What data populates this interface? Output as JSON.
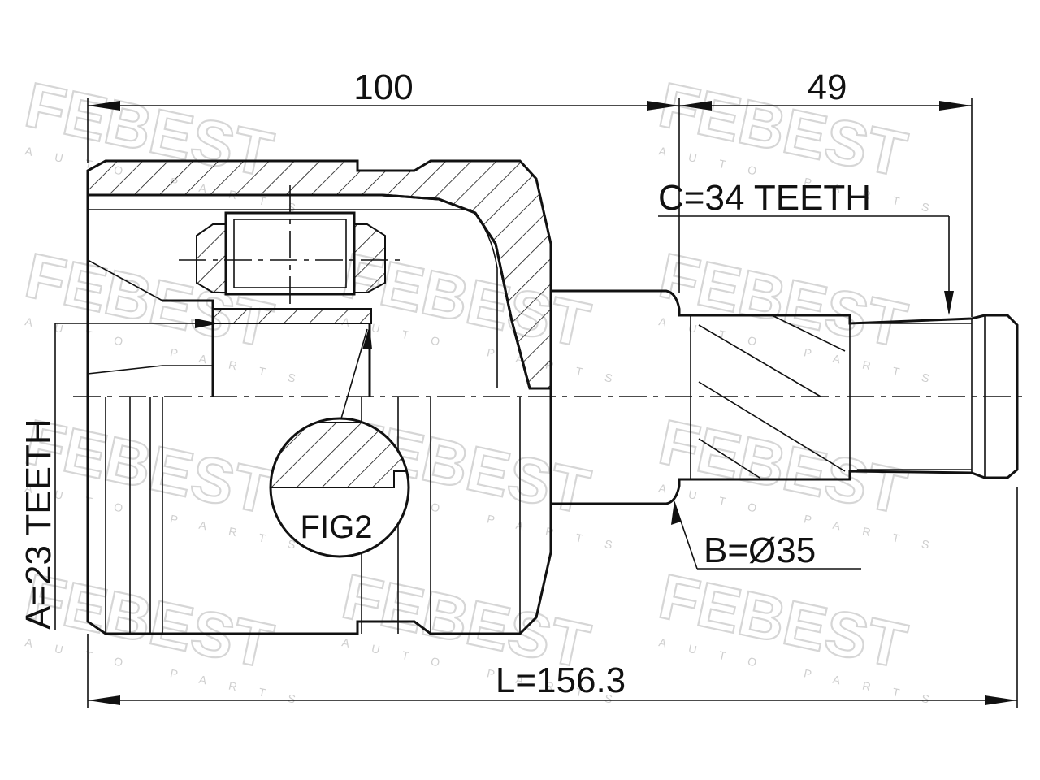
{
  "drawing": {
    "brand_watermark": "FEBEST",
    "brand_watermark_sub": "AUTO PARTS",
    "dims": {
      "housing_length": "100",
      "shaft_length": "49",
      "total_length": "L=156.3"
    },
    "labels": {
      "outer_spline": "C=34 TEETH",
      "inner_spline": "A=23 TEETH",
      "shaft_diameter": "B=Ø35",
      "detail": "FIG2"
    }
  }
}
